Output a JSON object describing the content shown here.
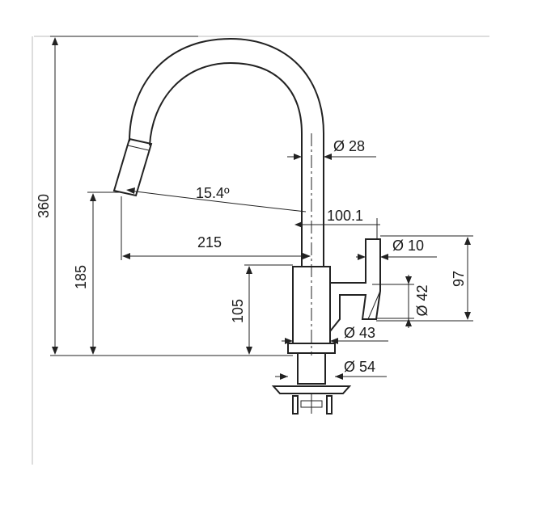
{
  "dimensions": {
    "total_height": "360",
    "spout_height": "185",
    "body_height": "105",
    "handle_height": "97",
    "spout_angle": "15.4º",
    "reach": "215",
    "reach_from_axis": "100.1",
    "spout_diameter": "Ø 28",
    "handle_diameter": "Ø 10",
    "handle_base_diameter": "Ø 42",
    "body_diameter": "Ø 43",
    "base_diameter": "Ø 54"
  }
}
